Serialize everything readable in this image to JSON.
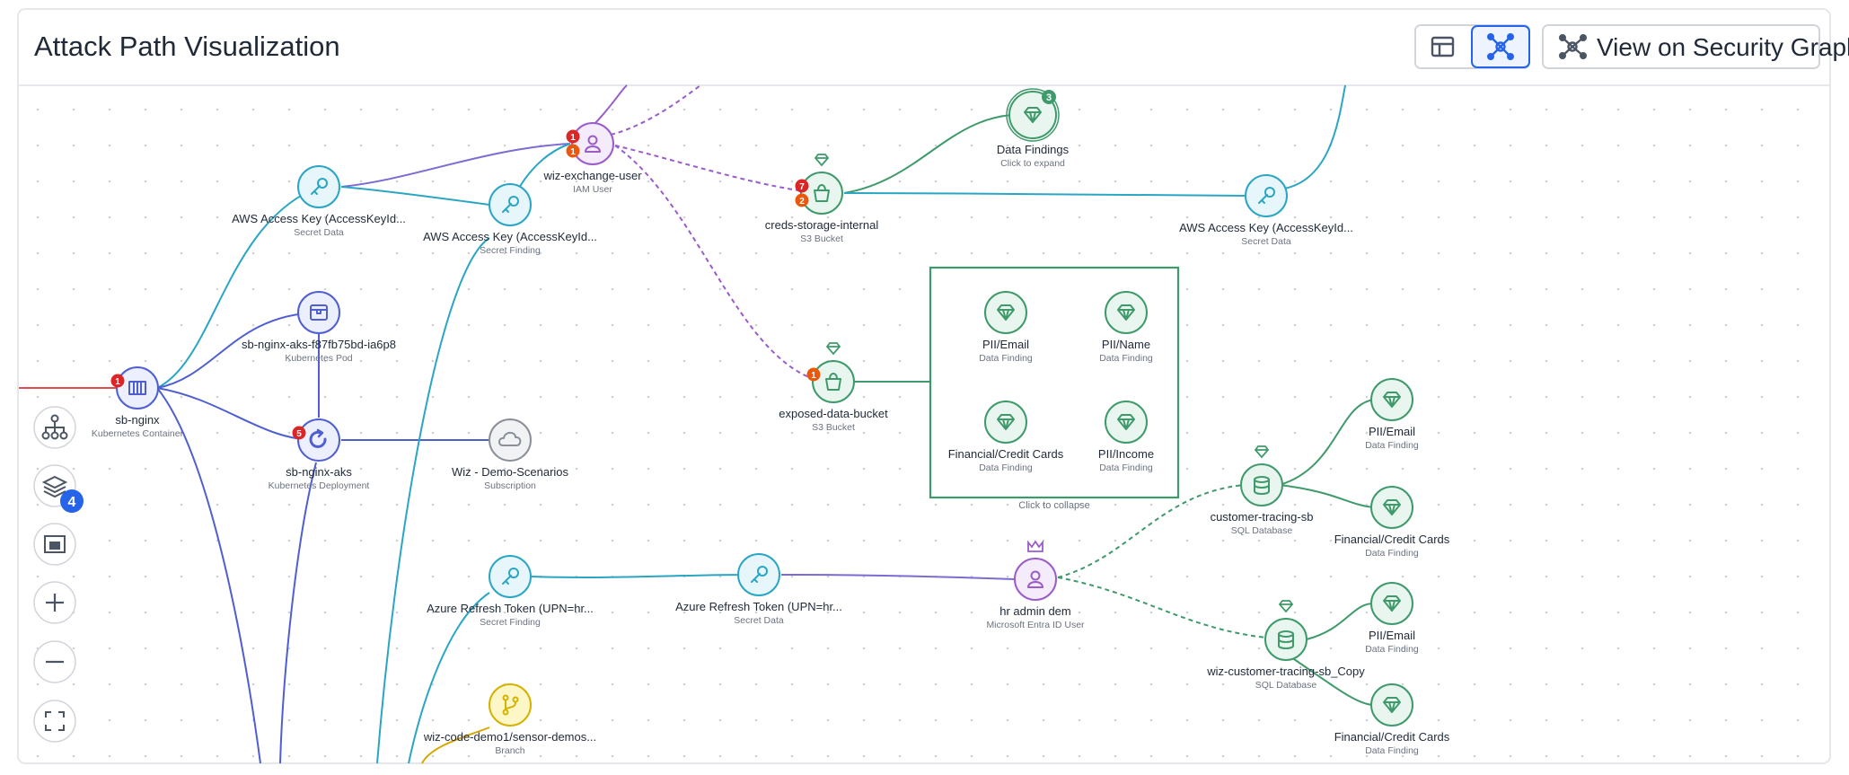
{
  "header": {
    "title": "Attack Path Visualization",
    "security_graph_label": "View on Security Graph"
  },
  "colors": {
    "accent": "#2563eb",
    "green": "#3f9a6b",
    "teal": "#2aa6c4",
    "purple": "#9a5cc9",
    "indigo": "#4f5fd1",
    "red": "#dc2626",
    "orange": "#ea580c",
    "gray": "#8a8f98",
    "yellow": "#d6b100"
  },
  "controls": {
    "layers_count": "4"
  },
  "group": {
    "collapse_label": "Click to collapse"
  },
  "nodes": [
    {
      "id": "sb-nginx",
      "name": "sb-nginx",
      "type": "Kubernetes Container",
      "icon": "container-icon",
      "color": "indigo",
      "badges": [
        {
          "value": "1",
          "color": "red"
        }
      ]
    },
    {
      "id": "awskey1",
      "name": "AWS Access Key (AccessKeyId...",
      "type": "Secret Data",
      "icon": "key-icon",
      "color": "teal"
    },
    {
      "id": "awskey2",
      "name": "AWS Access Key (AccessKeyId...",
      "type": "Secret Finding",
      "icon": "key-icon",
      "color": "teal"
    },
    {
      "id": "wizuser",
      "name": "wiz-exchange-user",
      "type": "IAM User",
      "icon": "user-icon",
      "color": "purple",
      "badges": [
        {
          "value": "1",
          "color": "red"
        },
        {
          "value": "1",
          "color": "orange"
        }
      ]
    },
    {
      "id": "creds",
      "name": "creds-storage-internal",
      "type": "S3 Bucket",
      "icon": "bucket-icon",
      "color": "green",
      "badges": [
        {
          "value": "7",
          "color": "red"
        },
        {
          "value": "2",
          "color": "orange"
        }
      ],
      "crown": "gem"
    },
    {
      "id": "datafind",
      "name": "Data Findings",
      "type": "Click to expand",
      "icon": "gem-icon",
      "color": "green",
      "count": "3"
    },
    {
      "id": "awskey3",
      "name": "AWS Access Key (AccessKeyId...",
      "type": "Secret Data",
      "icon": "key-icon",
      "color": "teal"
    },
    {
      "id": "pod",
      "name": "sb-nginx-aks-f87fb75bd-ia6p8",
      "type": "Kubernetes Pod",
      "icon": "pod-icon",
      "color": "indigo"
    },
    {
      "id": "deploy",
      "name": "sb-nginx-aks",
      "type": "Kubernetes Deployment",
      "icon": "deployment-icon",
      "color": "indigo",
      "badges": [
        {
          "value": "5",
          "color": "red"
        }
      ]
    },
    {
      "id": "sub",
      "name": "Wiz - Demo-Scenarios",
      "type": "Subscription",
      "icon": "cloud-icon",
      "color": "gray"
    },
    {
      "id": "exposed",
      "name": "exposed-data-bucket",
      "type": "S3 Bucket",
      "icon": "bucket-icon",
      "color": "green",
      "badges": [
        {
          "value": "1",
          "color": "orange"
        }
      ],
      "crown": "gem"
    },
    {
      "id": "pii-email-1",
      "name": "PII/Email",
      "type": "Data Finding",
      "icon": "gem-icon",
      "color": "green"
    },
    {
      "id": "pii-name",
      "name": "PII/Name",
      "type": "Data Finding",
      "icon": "gem-icon",
      "color": "green"
    },
    {
      "id": "fin-1",
      "name": "Financial/Credit Cards",
      "type": "Data Finding",
      "icon": "gem-icon",
      "color": "green"
    },
    {
      "id": "pii-income",
      "name": "PII/Income",
      "type": "Data Finding",
      "icon": "gem-icon",
      "color": "green"
    },
    {
      "id": "azure1",
      "name": "Azure Refresh Token (UPN=hr...",
      "type": "Secret Finding",
      "icon": "key-icon",
      "color": "teal"
    },
    {
      "id": "azure2",
      "name": "Azure Refresh Token (UPN=hr...",
      "type": "Secret Data",
      "icon": "key-icon",
      "color": "teal"
    },
    {
      "id": "hradmin",
      "name": "hr admin dem",
      "type": "Microsoft Entra ID User",
      "icon": "user-icon",
      "color": "purple",
      "crown": "crown"
    },
    {
      "id": "custdb",
      "name": "customer-tracing-sb",
      "type": "SQL Database",
      "icon": "database-icon",
      "color": "green",
      "crown": "gem"
    },
    {
      "id": "pii-email-2",
      "name": "PII/Email",
      "type": "Data Finding",
      "icon": "gem-icon",
      "color": "green"
    },
    {
      "id": "fin-2",
      "name": "Financial/Credit Cards",
      "type": "Data Finding",
      "icon": "gem-icon",
      "color": "green"
    },
    {
      "id": "custdb2",
      "name": "wiz-customer-tracing-sb_Copy",
      "type": "SQL Database",
      "icon": "database-icon",
      "color": "green",
      "crown": "gem"
    },
    {
      "id": "pii-email-3",
      "name": "PII/Email",
      "type": "Data Finding",
      "icon": "gem-icon",
      "color": "green"
    },
    {
      "id": "fin-3",
      "name": "Financial/Credit Cards",
      "type": "Data Finding",
      "icon": "gem-icon",
      "color": "green"
    },
    {
      "id": "branch",
      "name": "wiz-code-demo1/sensor-demos...",
      "type": "Branch",
      "icon": "branch-icon",
      "color": "yellow"
    }
  ]
}
